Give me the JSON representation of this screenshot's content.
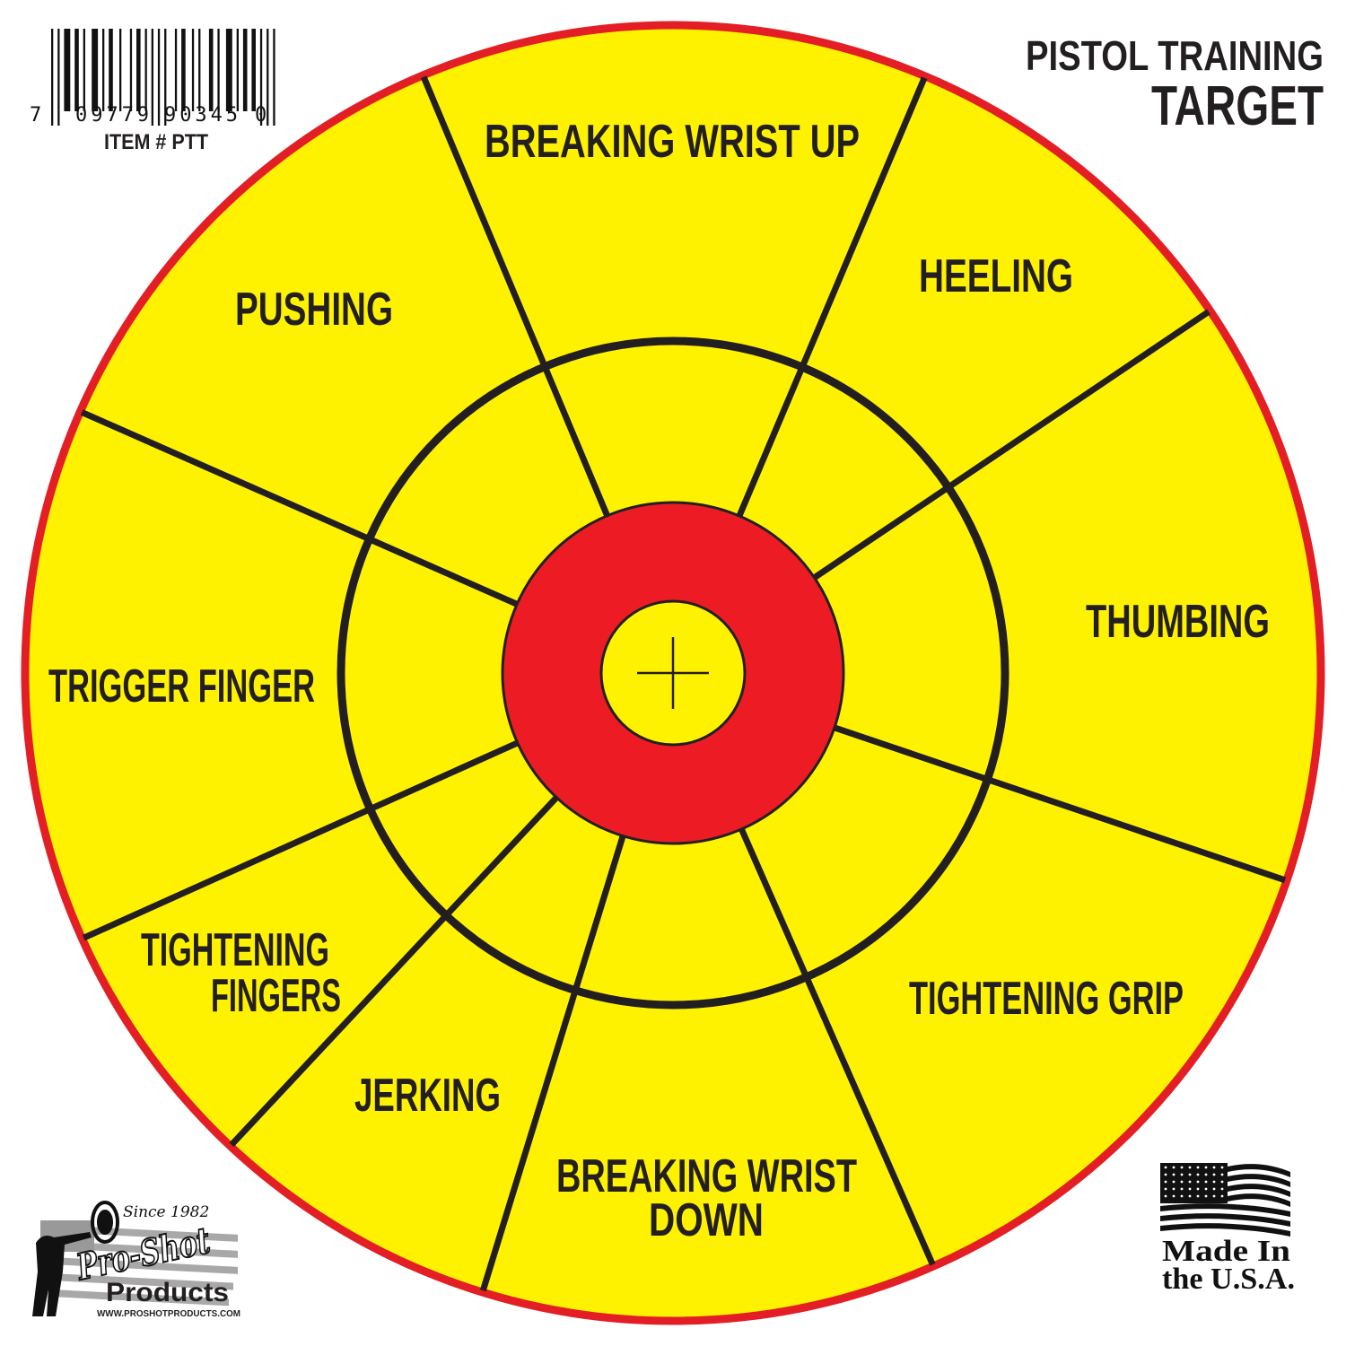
{
  "header": {
    "barcode_digits": {
      "lead": "7",
      "left": "09779",
      "right": "90345",
      "check": "0"
    },
    "item_number": "ITEM # PTT",
    "title_line1": "PISTOL TRAINING",
    "title_line2": "TARGET"
  },
  "target": {
    "colors": {
      "outer_ring": "#e31e24",
      "field": "#fff200",
      "bullseye": "#ed1c24",
      "lines": "#231f20",
      "center": "#fff200"
    },
    "zones": [
      {
        "id": "breaking-wrist-up",
        "lines": [
          "BREAKING WRIST UP"
        ]
      },
      {
        "id": "heeling",
        "lines": [
          "HEELING"
        ]
      },
      {
        "id": "thumbing",
        "lines": [
          "THUMBING"
        ]
      },
      {
        "id": "tightening-grip",
        "lines": [
          "TIGHTENING GRIP"
        ]
      },
      {
        "id": "breaking-wrist-down",
        "lines": [
          "BREAKING WRIST",
          "DOWN"
        ]
      },
      {
        "id": "jerking",
        "lines": [
          "JERKING"
        ]
      },
      {
        "id": "tightening-fingers",
        "lines": [
          "TIGHTENING",
          "FINGERS"
        ]
      },
      {
        "id": "trigger-finger",
        "lines": [
          "TRIGGER FINGER"
        ]
      },
      {
        "id": "pushing",
        "lines": [
          "PUSHING"
        ]
      }
    ]
  },
  "footer": {
    "logo": {
      "since": "Since 1982",
      "brand": "Pro-Shot",
      "products": "Products",
      "url": "WWW.PROSHOTPRODUCTS.COM"
    },
    "made_in": {
      "line1": "Made In",
      "line2": "the U.S.A."
    }
  }
}
